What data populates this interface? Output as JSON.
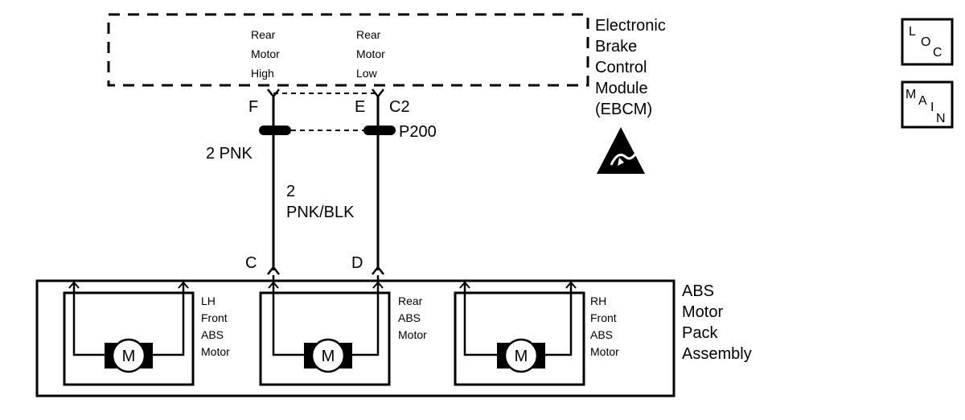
{
  "ebcm": {
    "label_lines": [
      "Electronic",
      "Brake",
      "Control",
      "Module",
      "(EBCM)"
    ],
    "pin_rear_motor_high": [
      "Rear",
      "Motor",
      "High"
    ],
    "pin_rear_motor_low": [
      "Rear",
      "Motor",
      "Low"
    ],
    "connector": "C2",
    "icon": "esd-sensitive-icon"
  },
  "terminals": {
    "ebcm_high": "F",
    "ebcm_low": "E",
    "motor_high": "C",
    "motor_low": "D"
  },
  "splice": "P200",
  "wires": {
    "high_wire": "2 PNK",
    "low_wire_gauge": "2",
    "low_wire_color": "PNK/BLK"
  },
  "motor_pack": {
    "label_lines": [
      "ABS",
      "Motor",
      "Pack",
      "Assembly"
    ],
    "motors": [
      {
        "label_lines": [
          "LH",
          "Front",
          "ABS",
          "Motor"
        ],
        "symbol": "M"
      },
      {
        "label_lines": [
          "Rear",
          "ABS",
          "Motor"
        ],
        "symbol": "M"
      },
      {
        "label_lines": [
          "RH",
          "Front",
          "ABS",
          "Motor"
        ],
        "symbol": "M"
      }
    ]
  },
  "nav": {
    "loc": {
      "letters": [
        "L",
        "O",
        "C"
      ]
    },
    "main": {
      "letters": [
        "M",
        "A",
        "I",
        "N"
      ]
    }
  }
}
